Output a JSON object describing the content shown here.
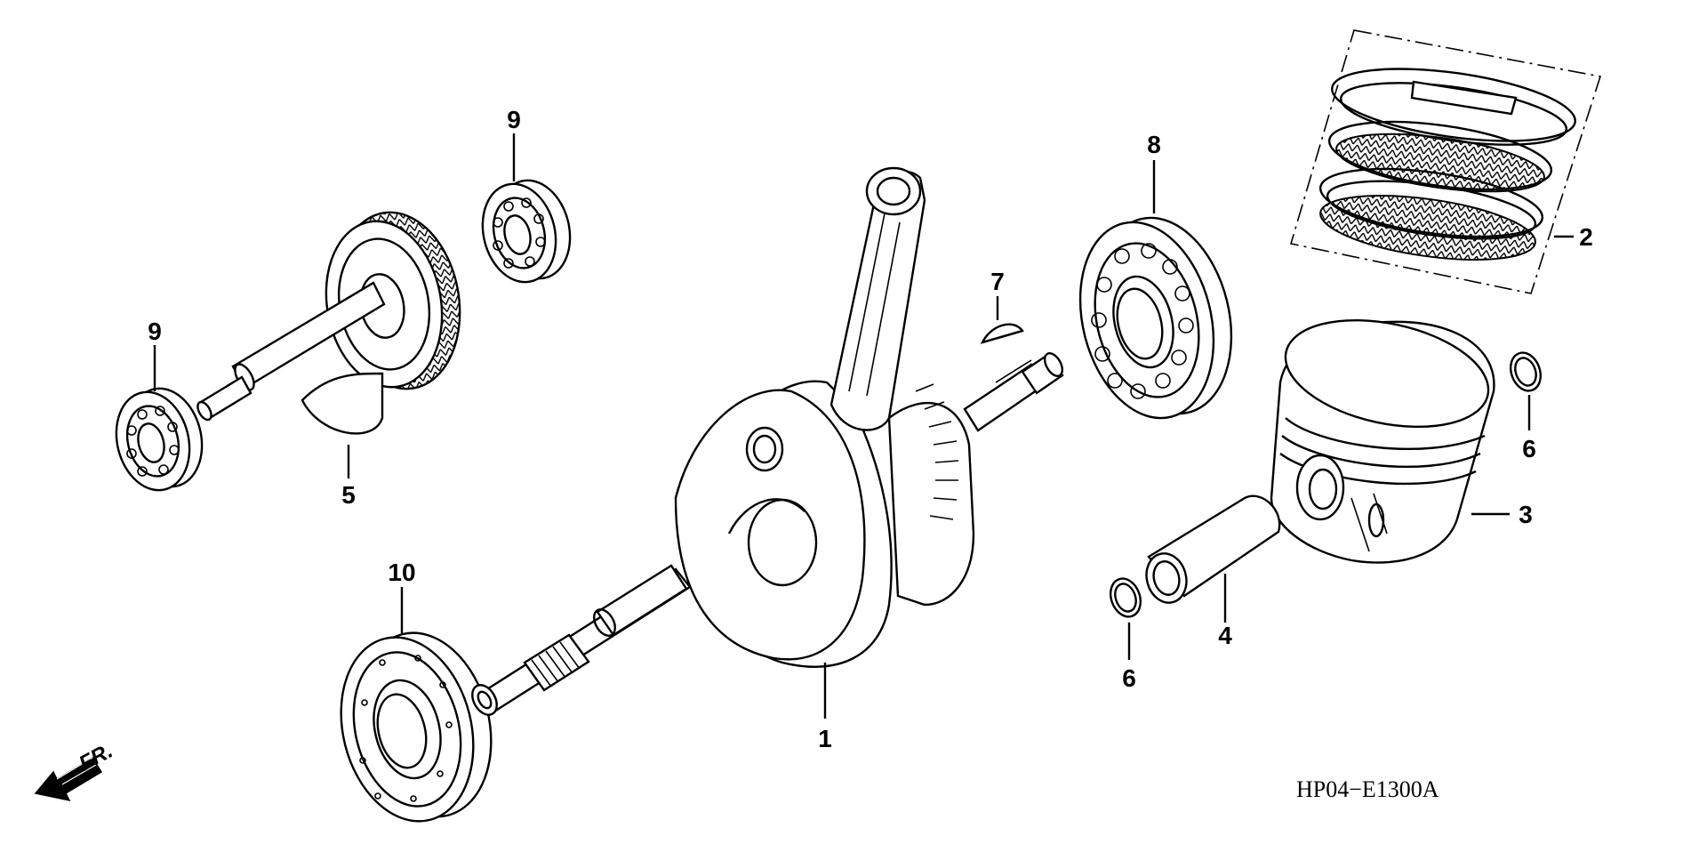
{
  "diagram": {
    "code_label": "HP04−E1300A",
    "direction_label": "FR.",
    "direction_icon": "arrow-front-icon",
    "callouts": {
      "part_1": "1",
      "part_2": "2",
      "part_3": "3",
      "part_4": "4",
      "part_5": "5",
      "part_6_left": "6",
      "part_6_right": "6",
      "part_7": "7",
      "part_8": "8",
      "part_9_top": "9",
      "part_9_left": "9",
      "part_10": "10"
    }
  }
}
